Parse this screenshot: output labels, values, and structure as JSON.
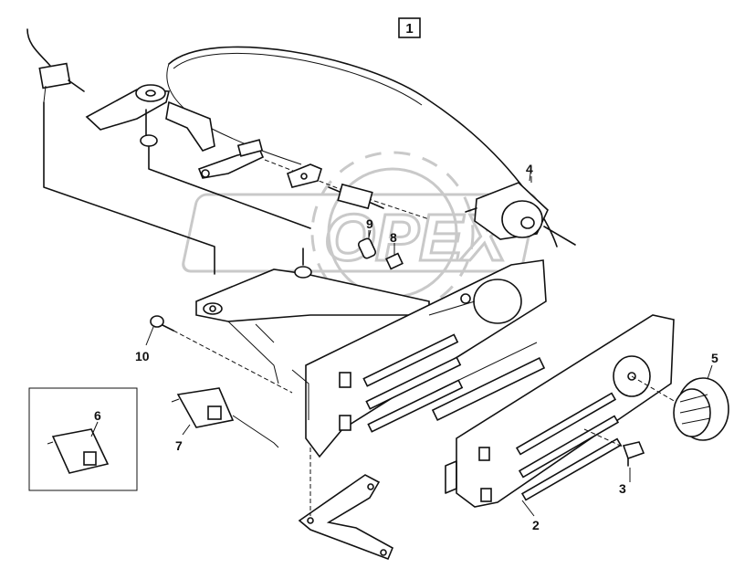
{
  "figure_number": "1",
  "callouts": [
    {
      "id": "c1",
      "text": "2"
    },
    {
      "id": "c2",
      "text": "3"
    },
    {
      "id": "c3",
      "text": "4"
    },
    {
      "id": "c4",
      "text": "5"
    },
    {
      "id": "c5",
      "text": "6"
    },
    {
      "id": "c6",
      "text": "7"
    },
    {
      "id": "c7",
      "text": "8"
    },
    {
      "id": "c8",
      "text": "9"
    },
    {
      "id": "c9",
      "text": "10"
    }
  ],
  "watermark": {
    "text": "OPEX",
    "color": "#c9c9c9"
  },
  "colors": {
    "ink": "#111111",
    "background": "#ffffff"
  }
}
